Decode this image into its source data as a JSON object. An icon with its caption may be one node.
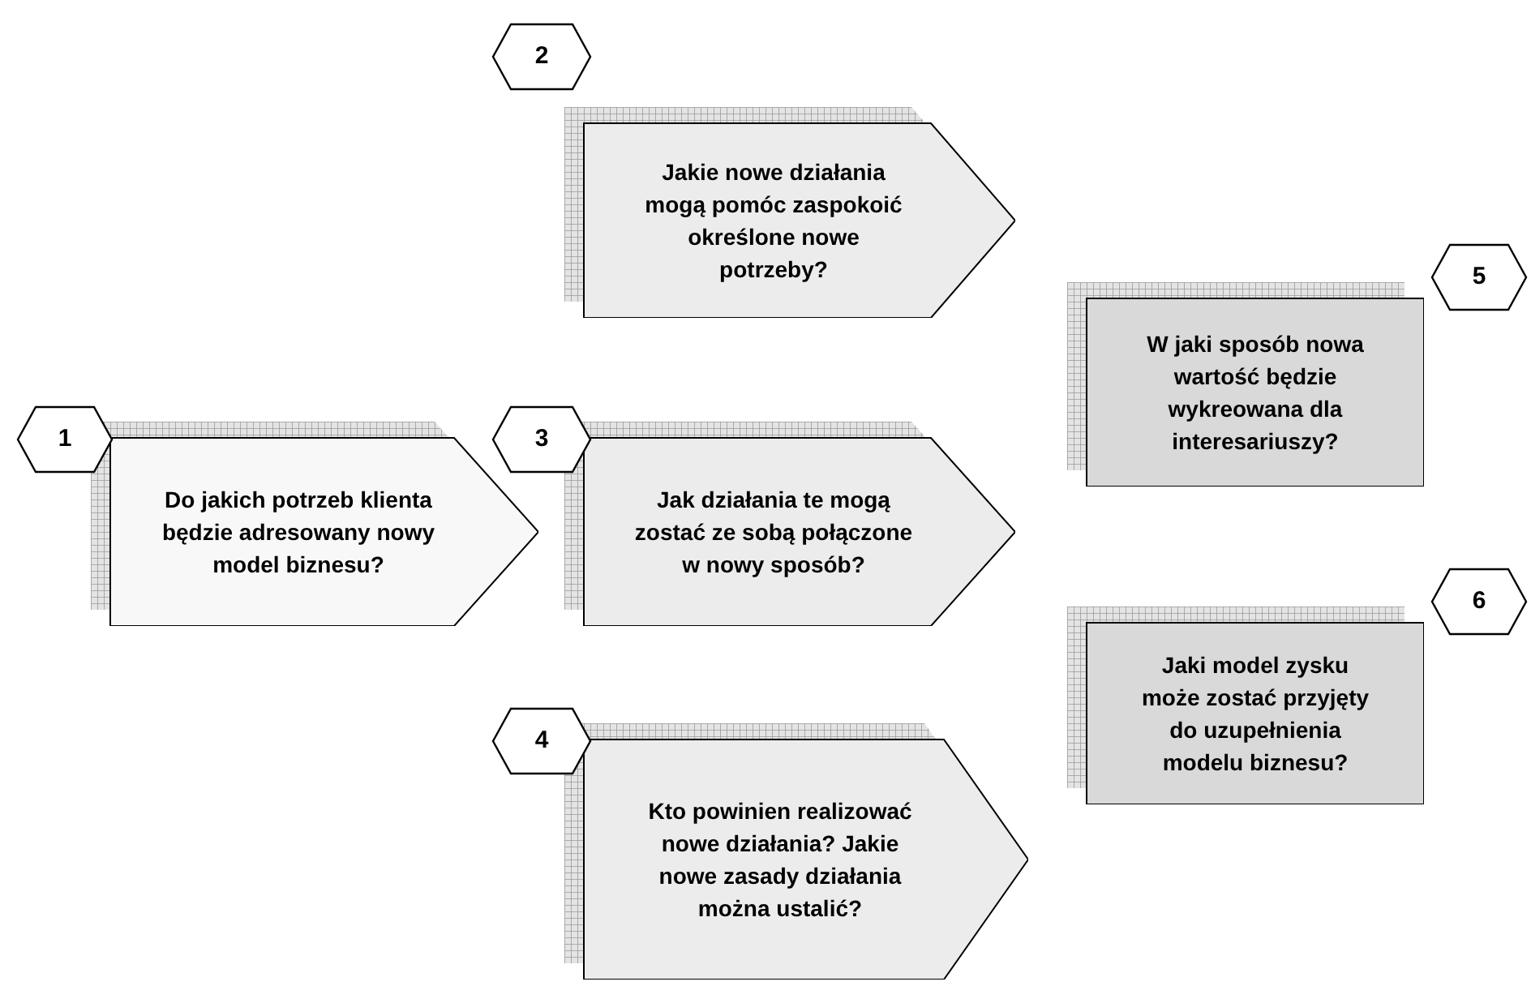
{
  "diagram": {
    "nodes": [
      {
        "text": [
          "1"
        ]
      },
      {
        "text": [
          "Do jakich potrzeb klienta będzie adresowany nowy model biznesu?"
        ]
      },
      {
        "text": [
          "2"
        ]
      },
      {
        "text": [
          "Jakie nowe działania mogą pomóc zaspokoić określone nowe potrzeby?"
        ]
      },
      {
        "text": [
          "3"
        ]
      },
      {
        "text": [
          "Jak działania te mogą zostać ze sobą połączone w nowy sposób?"
        ]
      },
      {
        "text": [
          "4"
        ]
      },
      {
        "text": [
          "Kto powinien realizować nowe działania? Jakie nowe zasady działania można ustalić?"
        ]
      },
      {
        "text": [
          "5"
        ]
      },
      {
        "text": [
          "W jaki sposób nowa wartość będzie wykreowana dla interesariuszy?"
        ]
      },
      {
        "text": [
          "6"
        ]
      },
      {
        "text": [
          "Jaki model zysku może zostać przyjęty do uzupełnienia modelu biznesu?"
        ]
      }
    ]
  }
}
